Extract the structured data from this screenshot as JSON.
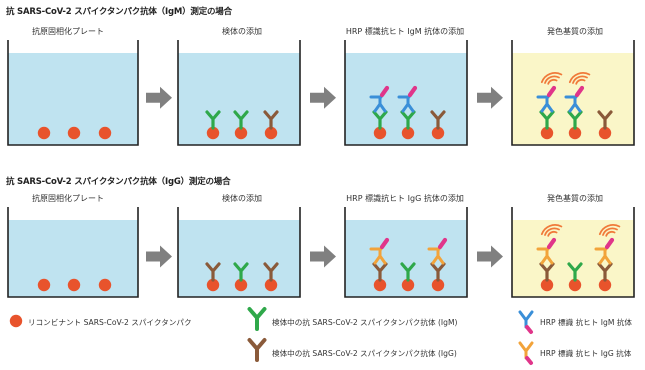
{
  "sections": [
    {
      "title": "抗 SARS-CoV-2 スパイクタンパク抗体（IgM）測定の場合",
      "steps": [
        "抗原固相化プレート",
        "検体の添加",
        "HRP 標識抗ヒト IgM 抗体の添加",
        "発色基質の添加"
      ]
    },
    {
      "title": "抗 SARS-CoV-2 スパイクタンパク抗体（IgG）測定の場合",
      "steps": [
        "抗原固相化プレート",
        "検体の添加",
        "HRP 標識抗ヒト IgG 抗体の添加",
        "発色基質の添加"
      ]
    }
  ],
  "legend": {
    "antigen": "リコンビナント SARS-CoV-2 スパイクタンパク",
    "igm_sample": "検体中の抗 SARS-CoV-2 スパイクタンパク抗体 (IgM)",
    "igg_sample": "検体中の抗 SARS-CoV-2 スパイクタンパク抗体 (IgG)",
    "hrp_igm": "HRP 標識 抗ヒト IgM 抗体",
    "hrp_igg": "HRP 標識 抗ヒト IgG 抗体"
  },
  "colors": {
    "well_liquid": "#bfe3f0",
    "substrate_liquid": "#faf6c8",
    "antigen": "#e8532c",
    "sample_igm": "#2fa84a",
    "sample_igg": "#8a5a3a",
    "hrp_igm": "#3a8fd8",
    "hrp_igg": "#f2a33a",
    "hrp_tag": "#e0358a",
    "signal": "#f07a3a",
    "arrow": "#808080",
    "well_border": "#222222"
  }
}
